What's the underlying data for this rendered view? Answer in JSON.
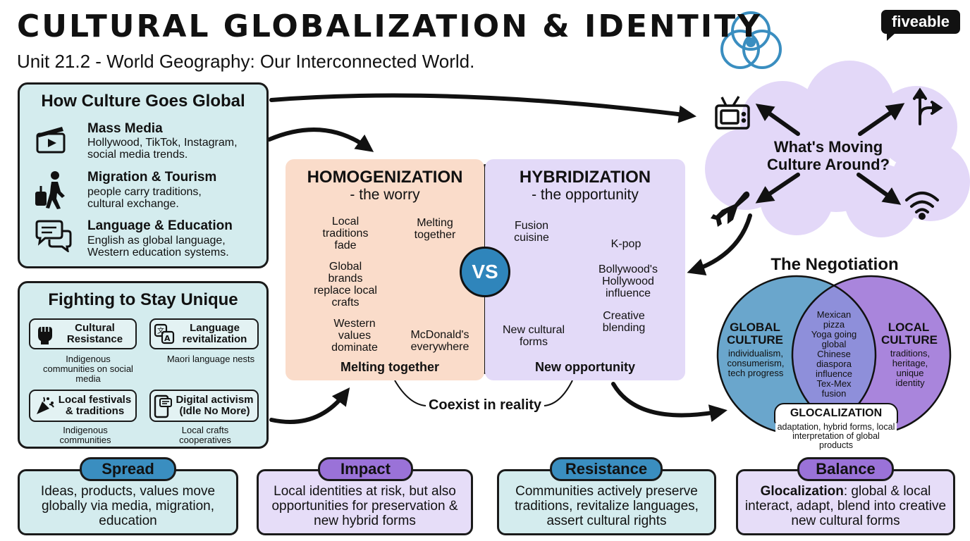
{
  "header": {
    "title": "Cultural Globalization & Identity",
    "subtitle": "Unit 21.2 - World Geography: Our Interconnected World.",
    "brand": "fiveable"
  },
  "how_culture": {
    "title": "How Culture Goes Global",
    "items": [
      {
        "icon": "clapperboard-icon",
        "title": "Mass Media",
        "text": "Hollywood, TikTok, Instagram, social media trends."
      },
      {
        "icon": "traveler-icon",
        "title": "Migration & Tourism",
        "text": "people carry traditions, cultural exchange."
      },
      {
        "icon": "speech-bubbles-icon",
        "title": "Language & Education",
        "text": "English as global language, Western education systems."
      }
    ]
  },
  "fighting": {
    "title": "Fighting to Stay Unique",
    "items": [
      {
        "icon": "raised-fist-icon",
        "title": "Cultural Resistance",
        "sub": "Indigenous communities on social media"
      },
      {
        "icon": "translate-icon",
        "title": "Language revitalization",
        "sub": "Maori language nests"
      },
      {
        "icon": "party-popper-icon",
        "title": "Local festivals & traditions",
        "sub": "Indigenous communities"
      },
      {
        "icon": "phone-chat-icon",
        "title": "Digital activism (Idle No More)",
        "sub": "Local crafts cooperatives"
      }
    ]
  },
  "homogenization": {
    "title": "HOMOGENIZATION",
    "subtitle": "- the worry",
    "labels": [
      "Local traditions fade",
      "Melting together",
      "Global brands replace local crafts",
      "Western values dominate",
      "McDonald's everywhere"
    ],
    "footer": "Melting together",
    "colors": {
      "bg": "#fadcca",
      "circle_a": "#f08a6a",
      "circle_b": "#8fb3c2",
      "arrow": "#f2765a"
    }
  },
  "vs": "VS",
  "hybridization": {
    "title": "HYBRIDIZATION",
    "subtitle": "- the opportunity",
    "labels": [
      "Fusion cuisine",
      "K-pop",
      "Bollywood's Hollywood influence",
      "Creative blending",
      "New cultural forms"
    ],
    "footer": "New opportunity",
    "colors": {
      "bg": "#e3daf8",
      "circle_a": "#6aa3cc",
      "circle_b": "#9a6fd6",
      "arrow": "#9b7ee0"
    }
  },
  "coexist": "Coexist in reality",
  "moving": {
    "question": "What's Moving Culture Around?",
    "icons": [
      "tv-icon",
      "directions-icon",
      "airplane-icon",
      "wifi-icon"
    ]
  },
  "negotiation": {
    "title": "The Negotiation",
    "global": {
      "title": "GLOBAL CULTURE",
      "text": "individualism, consumerism, tech progress"
    },
    "overlap": [
      "Mexican pizza",
      "Yoga going global",
      "Chinese diaspora influence",
      "Tex-Mex fusion"
    ],
    "local": {
      "title": "LOCAL CULTURE",
      "text": "traditions, heritage, unique identity"
    },
    "glocal": {
      "title": "GLOCALIZATION",
      "text": "adaptation, hybrid forms, local interpretation of global products"
    },
    "colors": {
      "global": "#6aa6cc",
      "local": "#a985dc",
      "overlap": "#8e8fda"
    }
  },
  "summary": [
    {
      "label": "Spread",
      "text": "Ideas, products, values move globally via media, migration, education",
      "pill": "#3a8ec0",
      "bg": "#d4ecee"
    },
    {
      "label": "Impact",
      "text": "Local identities at risk, but also opportunities for preservation & new hybrid forms",
      "pill": "#9a72d8",
      "bg": "#e6ddf8"
    },
    {
      "label": "Resistance",
      "text": "Communities actively preserve traditions, revitalize languages, assert cultural rights",
      "pill": "#3a8ec0",
      "bg": "#d4ecee"
    },
    {
      "label": "Balance",
      "bold": "Glocalization",
      "text": ": global & local interact, adapt, blend into creative new cultural forms",
      "pill": "#9a72d8",
      "bg": "#e6ddf8"
    }
  ]
}
